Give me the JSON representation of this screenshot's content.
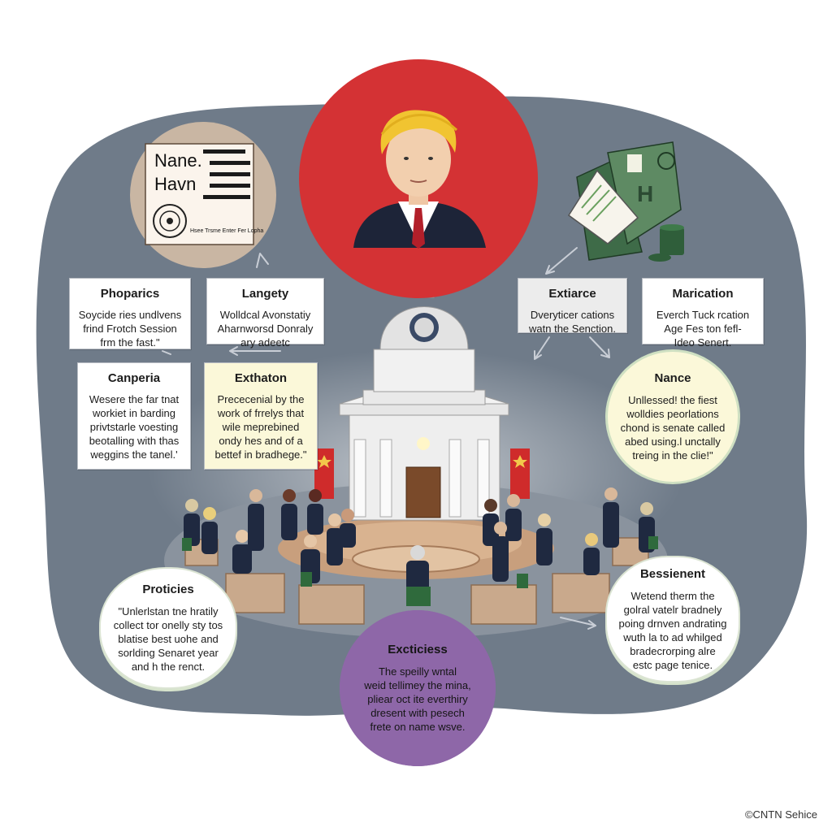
{
  "colors": {
    "blob": "#6f7b89",
    "red_circle": "#d43234",
    "tan_circle": "#c9b6a3",
    "purple_circle": "#8e67a8",
    "banner_red": "#cf2b2b",
    "money_green": "#3e6b48"
  },
  "id_card": {
    "name": "Nane.",
    "surname": "Havn",
    "caption": "Hsee Trsme Enter Fer Lopha",
    "icon": "seal-icon"
  },
  "portrait": {
    "icon": "politician-portrait-icon"
  },
  "money": {
    "icon": "money-stack-icon"
  },
  "capitol": {
    "icon": "capitol-dome-icon"
  },
  "boxes": {
    "phoparics": {
      "title": "Phoparics",
      "lines": [
        "Soycide ries undlvens",
        "frind Frotch Session",
        "frm the fast.\""
      ]
    },
    "langety": {
      "title": "Langety",
      "lines": [
        "Wolldcal Avonstatiy",
        "Aharnworsd Donraly",
        "ary adeetc"
      ]
    },
    "extiarce": {
      "title": "Extiarce",
      "lines": [
        "Dveryticer cations",
        "watn the Senction."
      ]
    },
    "marication": {
      "title": "Marication",
      "lines": [
        "Everch Tuck rcation",
        "Age Fes ton fefl-",
        "Ideo Senert."
      ]
    },
    "canperia": {
      "title": "Canperia",
      "lines": [
        "Wesere the far tnat",
        "workiet in barding",
        "privtstarle voesting",
        "beotalling with thas",
        "weggins the tanel.'"
      ]
    },
    "exthaton": {
      "title": "Exthaton",
      "lines": [
        "Prececenial by the",
        "work of frrelys that",
        "wile meprebined",
        "ondy hes and of a",
        "bettef in bradhege.\""
      ]
    }
  },
  "bubbles": {
    "nance": {
      "title": "Nance",
      "lines": [
        "Unllessed! the fiest",
        "wolldies peorlations",
        "chond is senate called",
        "abed using.l unctally",
        "treing in the clie!\""
      ]
    },
    "proticies": {
      "title": "Proticies",
      "lines": [
        "\"Unlerlstan tne hratily",
        "collect tor onelly sty tos",
        "blatise best uohe and",
        "sorlding Senaret year",
        "and h the renct."
      ]
    },
    "bessienent": {
      "title": "Bessienent",
      "lines": [
        "Wetend therm the",
        "golral vatelr bradnely",
        "poing drnven andrating",
        "wuth la to ad whilged",
        "bradecrorping alre",
        "estc page tenice."
      ]
    },
    "excticiess": {
      "title": "Excticiess",
      "lines": [
        "The speilly wntal",
        "weid tellimey the mina,",
        "pliear oct ite everthiry",
        "dresent with pesech",
        "frete on name wsve."
      ]
    }
  },
  "copyright": "©CNTN Sehice"
}
